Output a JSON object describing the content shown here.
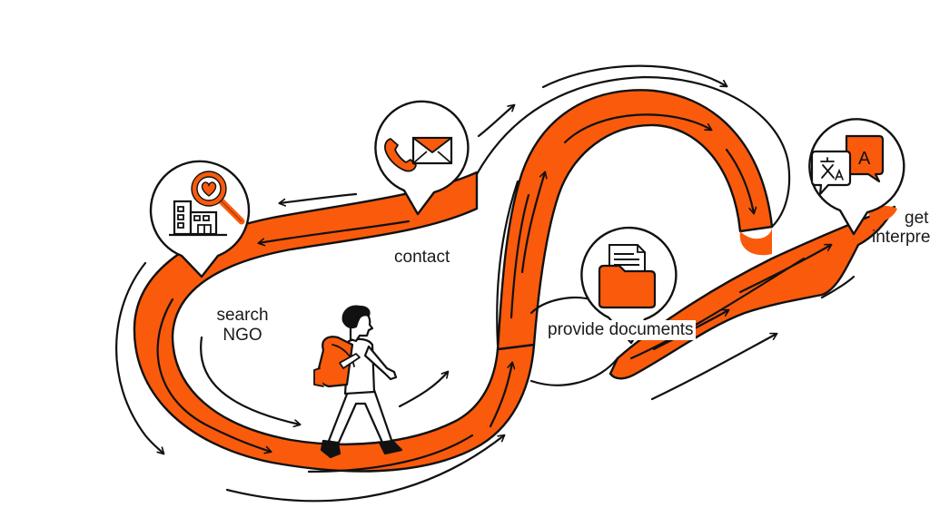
{
  "diagram": {
    "colors": {
      "accent": "#FA5A0C",
      "ink": "#111111",
      "background": "#FFFFFF"
    },
    "steps": [
      {
        "id": "search",
        "label_line1": "search",
        "label_line2": "NGO",
        "icon": "building-magnifier-heart-icon"
      },
      {
        "id": "contact",
        "label": "contact",
        "icon": "phone-envelope-icon"
      },
      {
        "id": "documents",
        "label": "provide documents",
        "icon": "folder-document-icon"
      },
      {
        "id": "interpreter",
        "label_line1": "get",
        "label_line2": "interpreter",
        "icon": "translate-speech-bubbles-icon"
      }
    ],
    "figure": {
      "icon": "walking-person-backpack-icon"
    },
    "translate_glyph_letter": "A"
  }
}
